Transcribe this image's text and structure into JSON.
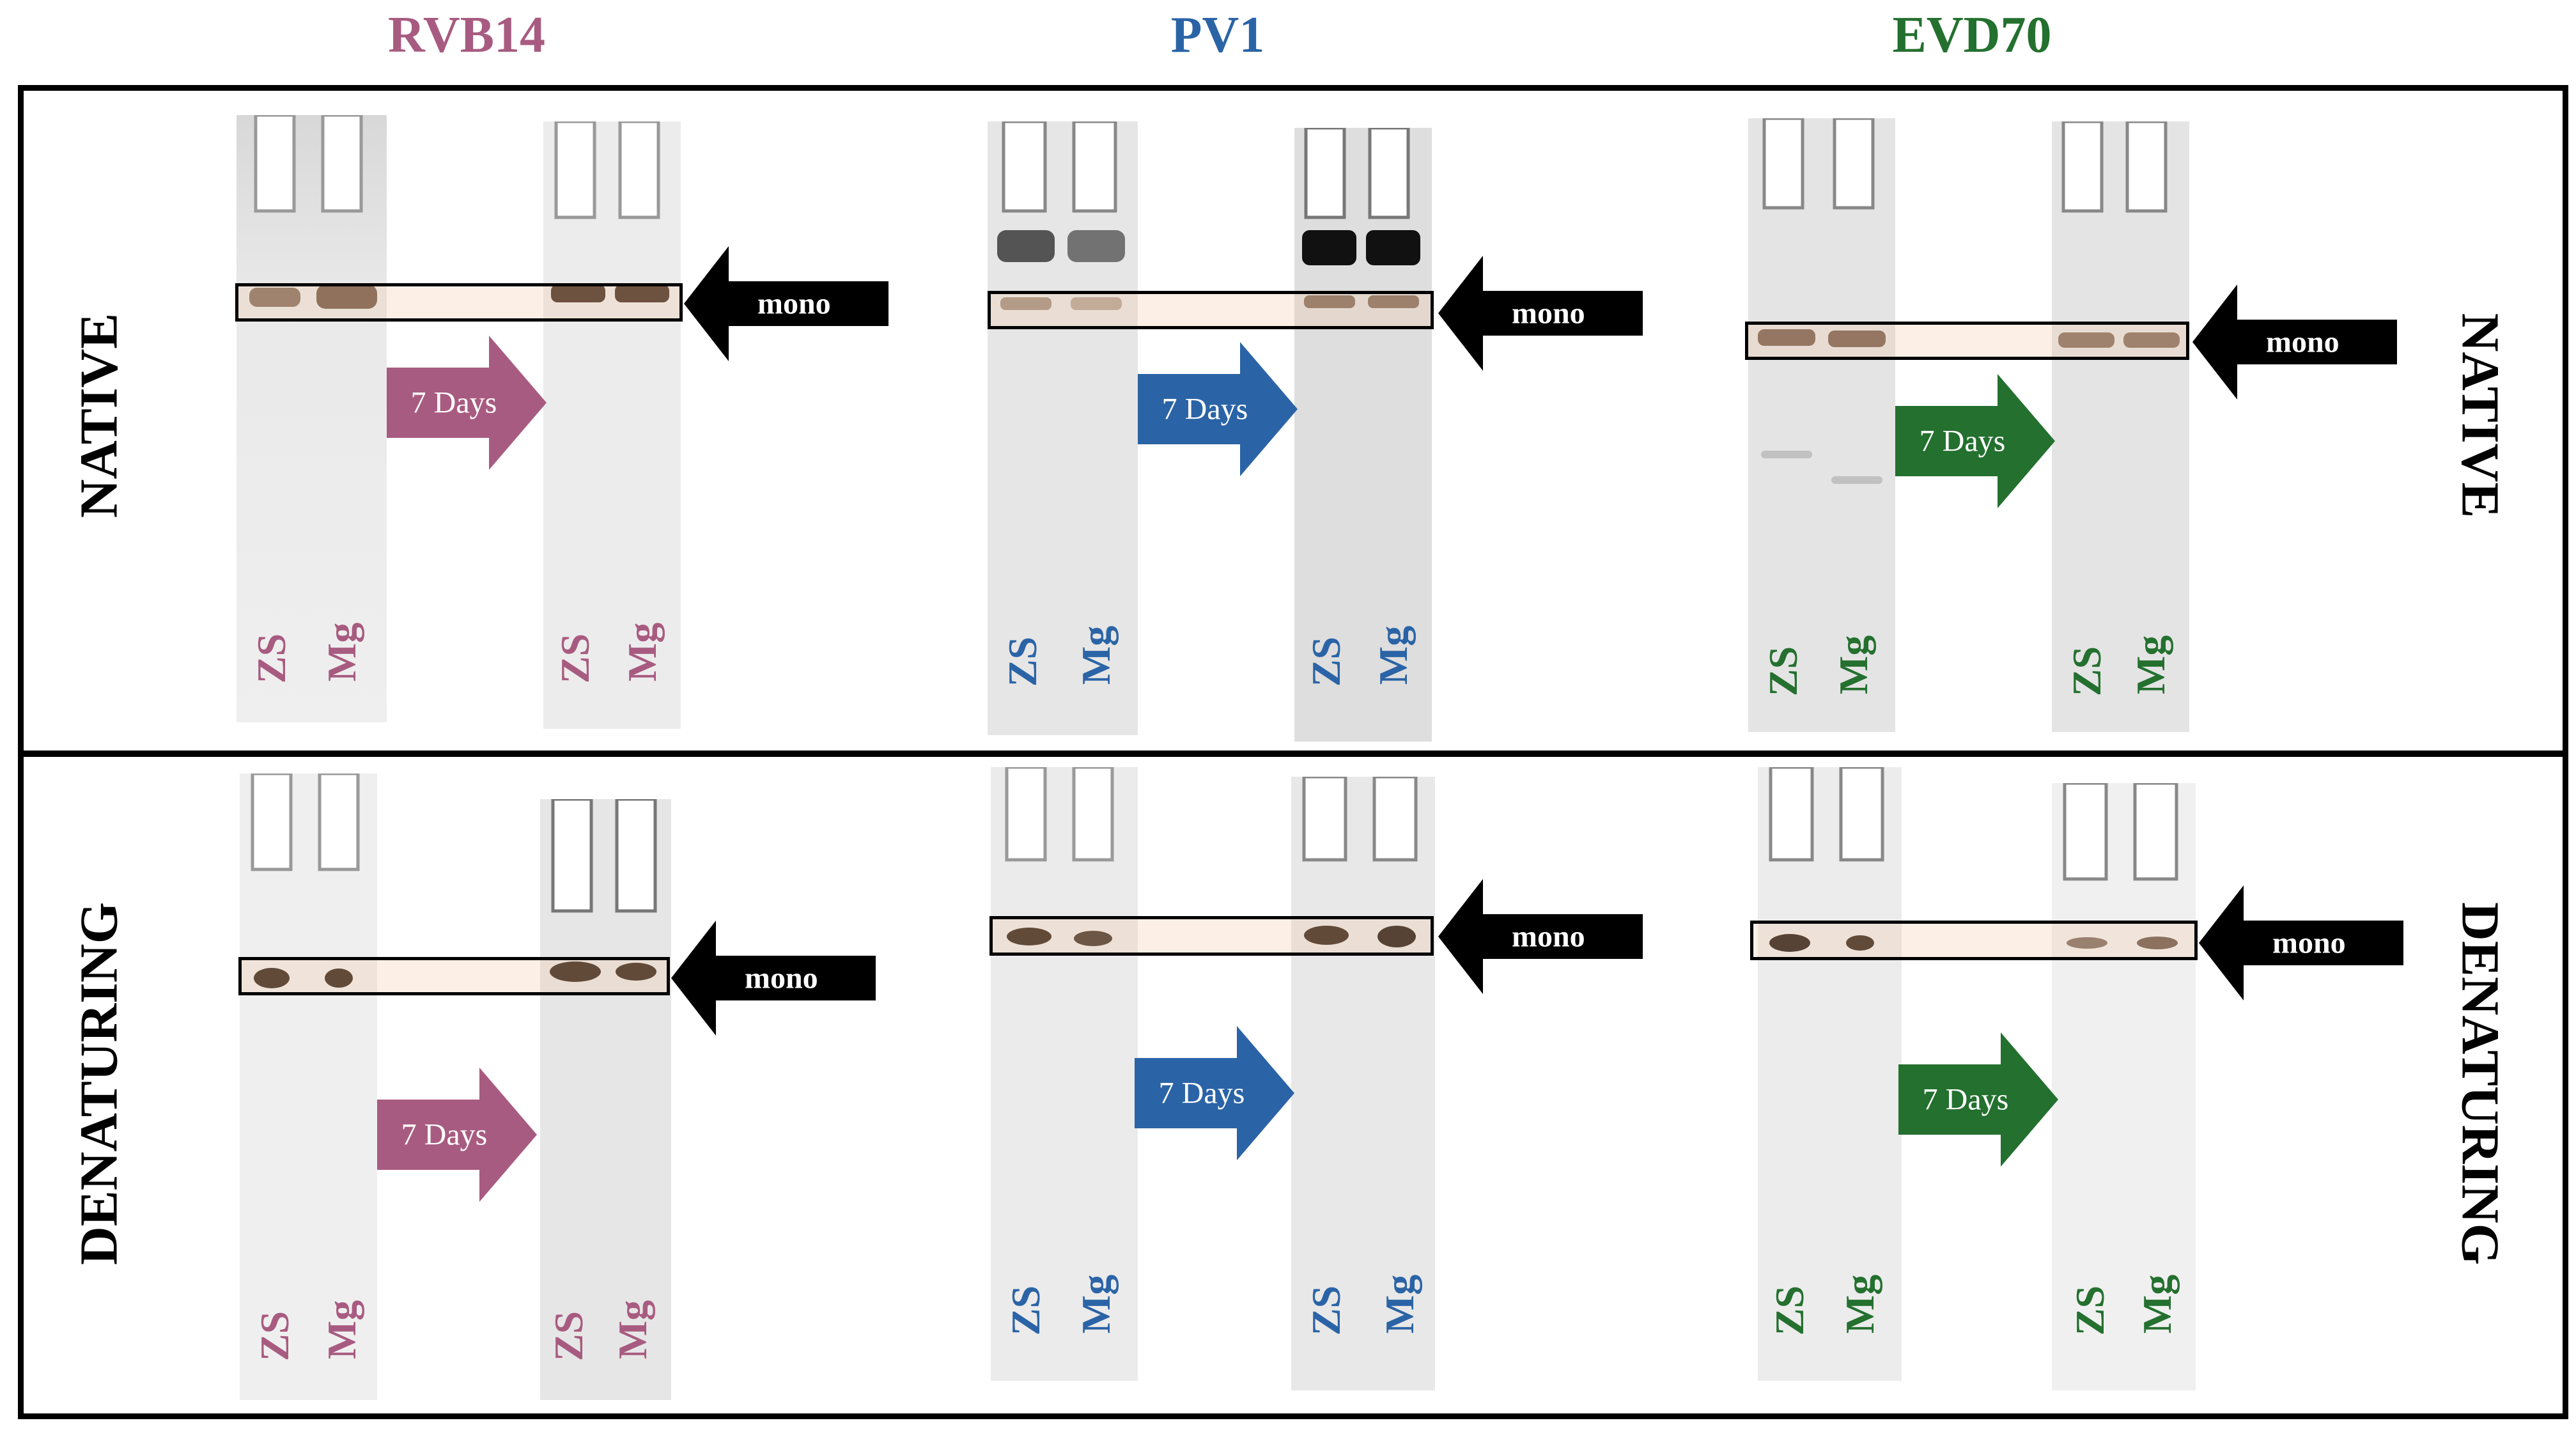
{
  "colors": {
    "rvb14": "#a85b80",
    "pv1": "#2b64a6",
    "evd70": "#24702f"
  },
  "columns": [
    {
      "key": "rvb14",
      "title": "RVB14"
    },
    {
      "key": "pv1",
      "title": "PV1"
    },
    {
      "key": "evd70",
      "title": "EVD70"
    }
  ],
  "rows": [
    {
      "key": "native",
      "label": "NATIVE"
    },
    {
      "key": "denaturing",
      "label": "DENATURING"
    }
  ],
  "lanes": {
    "zs": "ZS",
    "mg": "Mg"
  },
  "band_label": "mono",
  "time_label": "7 Days"
}
